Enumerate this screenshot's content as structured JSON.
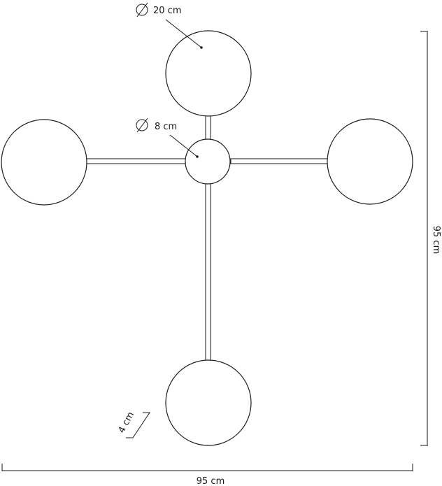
{
  "dimensions": {
    "globe_diameter": "20 cm",
    "center_diameter": "8 cm",
    "height": "95 cm",
    "width": "95 cm",
    "depth": "4 cm"
  },
  "colors": {
    "line": "#1a1a1a",
    "background": "#ffffff"
  },
  "icons": {
    "diameter_symbol": "diameter-icon"
  }
}
